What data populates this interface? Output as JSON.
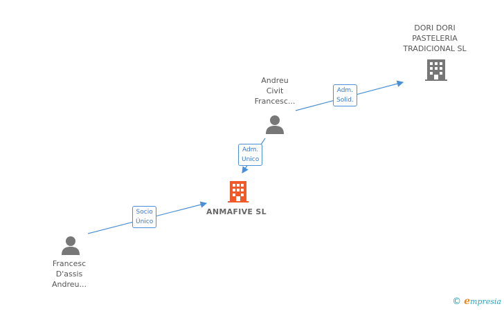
{
  "nodes": {
    "dori_dori": {
      "lines": [
        "DORI DORI",
        "PASTELERIA",
        "TRADICIONAL SL"
      ],
      "kind": "company"
    },
    "andreu_civit": {
      "lines": [
        "Andreu",
        "Civit",
        "Francesc..."
      ],
      "kind": "person"
    },
    "anmafive": {
      "label": "ANMAFIVE SL",
      "kind": "company-main"
    },
    "francesc_dassis": {
      "lines": [
        "Francesc",
        "D'assis",
        "Andreu..."
      ],
      "kind": "person"
    }
  },
  "edges": {
    "adm_solid": {
      "lines": [
        "Adm.",
        "Solid."
      ]
    },
    "adm_unico": {
      "lines": [
        "Adm.",
        "Unico"
      ]
    },
    "socio_unico": {
      "lines": [
        "Socio",
        "Único"
      ]
    }
  },
  "colors": {
    "edge": "#4a8fd8",
    "company_main": "#f05a28",
    "company": "#777777",
    "person": "#777777"
  },
  "watermark": {
    "symbol": "©",
    "brand_initial": "e",
    "brand_rest": "mpresia"
  }
}
